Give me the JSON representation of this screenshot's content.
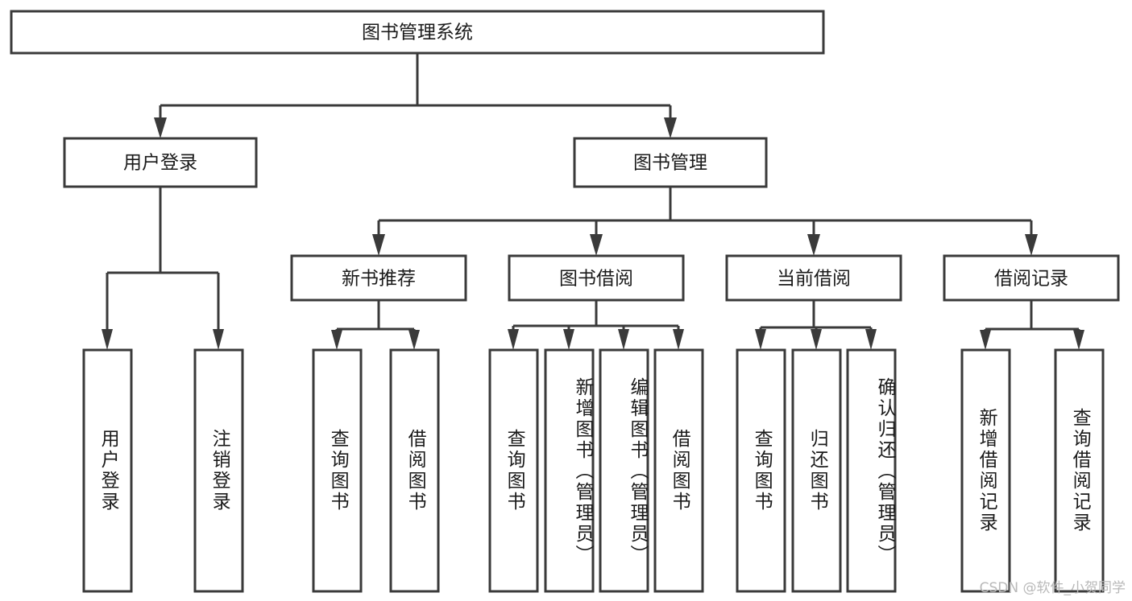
{
  "diagram": {
    "title": "图书管理系统",
    "type": "hierarchy-tree",
    "levels": 4,
    "root": {
      "id": "root",
      "label": "图书管理系统",
      "orientation": "horizontal"
    },
    "level1": [
      {
        "id": "user-login",
        "label": "用户登录",
        "orientation": "horizontal"
      },
      {
        "id": "book-management",
        "label": "图书管理",
        "orientation": "horizontal"
      }
    ],
    "level2": [
      {
        "id": "new-book-recommend",
        "label": "新书推荐",
        "orientation": "horizontal",
        "parent": "book-management"
      },
      {
        "id": "book-borrow",
        "label": "图书借阅",
        "orientation": "horizontal",
        "parent": "book-management"
      },
      {
        "id": "current-borrow",
        "label": "当前借阅",
        "orientation": "horizontal",
        "parent": "book-management"
      },
      {
        "id": "borrow-record",
        "label": "借阅记录",
        "orientation": "horizontal",
        "parent": "book-management"
      }
    ],
    "leaves": [
      {
        "id": "leaf-user-login",
        "label": "用户登录",
        "parent": "user-login",
        "orientation": "vertical"
      },
      {
        "id": "leaf-user-logout",
        "label": "注销登录",
        "parent": "user-login",
        "orientation": "vertical"
      },
      {
        "id": "leaf-query-book-1",
        "label": "查询图书",
        "parent": "new-book-recommend",
        "orientation": "vertical"
      },
      {
        "id": "leaf-borrow-book-1",
        "label": "借阅图书",
        "parent": "new-book-recommend",
        "orientation": "vertical"
      },
      {
        "id": "leaf-query-book-2",
        "label": "查询图书",
        "parent": "book-borrow",
        "orientation": "vertical"
      },
      {
        "id": "leaf-add-book",
        "label": "新增图书（管理员）",
        "parent": "book-borrow",
        "orientation": "vertical"
      },
      {
        "id": "leaf-edit-book",
        "label": "编辑图书（管理员）",
        "parent": "book-borrow",
        "orientation": "vertical"
      },
      {
        "id": "leaf-borrow-book-2",
        "label": "借阅图书",
        "parent": "book-borrow",
        "orientation": "vertical"
      },
      {
        "id": "leaf-query-book-3",
        "label": "查询图书",
        "parent": "current-borrow",
        "orientation": "vertical"
      },
      {
        "id": "leaf-return-book",
        "label": "归还图书",
        "parent": "current-borrow",
        "orientation": "vertical"
      },
      {
        "id": "leaf-confirm-return",
        "label": "确认归还（管理员）",
        "parent": "current-borrow",
        "orientation": "vertical"
      },
      {
        "id": "leaf-add-record",
        "label": "新增借阅记录",
        "parent": "borrow-record",
        "orientation": "vertical"
      },
      {
        "id": "leaf-query-record",
        "label": "查询借阅记录",
        "parent": "borrow-record",
        "orientation": "vertical"
      }
    ],
    "watermark": "CSDN @软件_小贺同学",
    "colors": {
      "stroke": "#3a3a3a",
      "fill": "#ffffff",
      "text": "#1a1a1a",
      "watermark": "#b9b9b9",
      "background": "#ffffff"
    }
  }
}
